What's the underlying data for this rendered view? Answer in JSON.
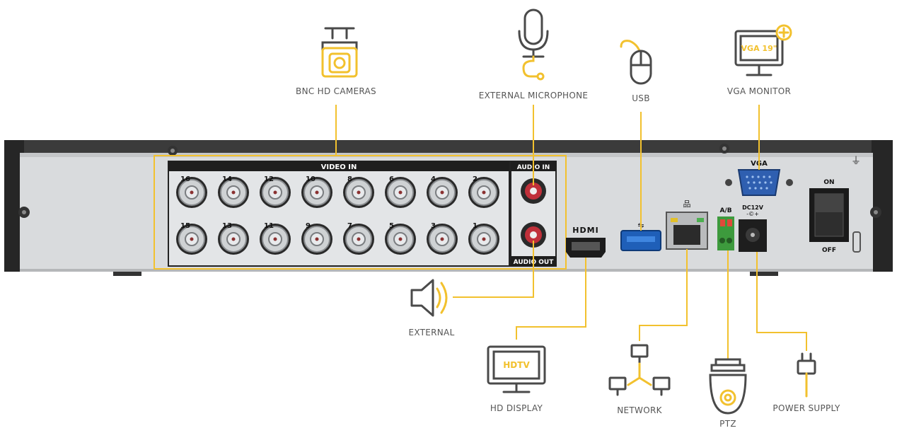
{
  "colors": {
    "accent": "#f2c12e",
    "icon": "#4a4a4a",
    "panel": "#dcdee0",
    "chassis": "#2a2a2a"
  },
  "labels": {
    "bnc_cameras": "BNC HD CAMERAS",
    "external_microphone": "EXTERNAL MICROPHONE",
    "usb": "USB",
    "vga_monitor": "VGA MONITOR",
    "external": "EXTERNAL",
    "hd_display": "HD DISPLAY",
    "network": "NETWORK",
    "ptz": "PTZ",
    "power_supply": "POWER SUPPLY"
  },
  "badges": {
    "vga_screen": "VGA 19\"",
    "hdtv_screen": "HDTV"
  },
  "ports": {
    "video_in": "VIDEO IN",
    "audio_in": "AUDIO IN",
    "audio_out": "AUDIO OUT",
    "hdmi": "HDMI",
    "vga": "VGA",
    "ab": "A/B",
    "dc": "DC12V",
    "on": "ON",
    "off": "OFF"
  },
  "bnc_top": [
    "16",
    "14",
    "12",
    "10",
    "8",
    "6",
    "4",
    "2"
  ],
  "bnc_bottom": [
    "15",
    "13",
    "11",
    "9",
    "7",
    "5",
    "3",
    "1"
  ]
}
